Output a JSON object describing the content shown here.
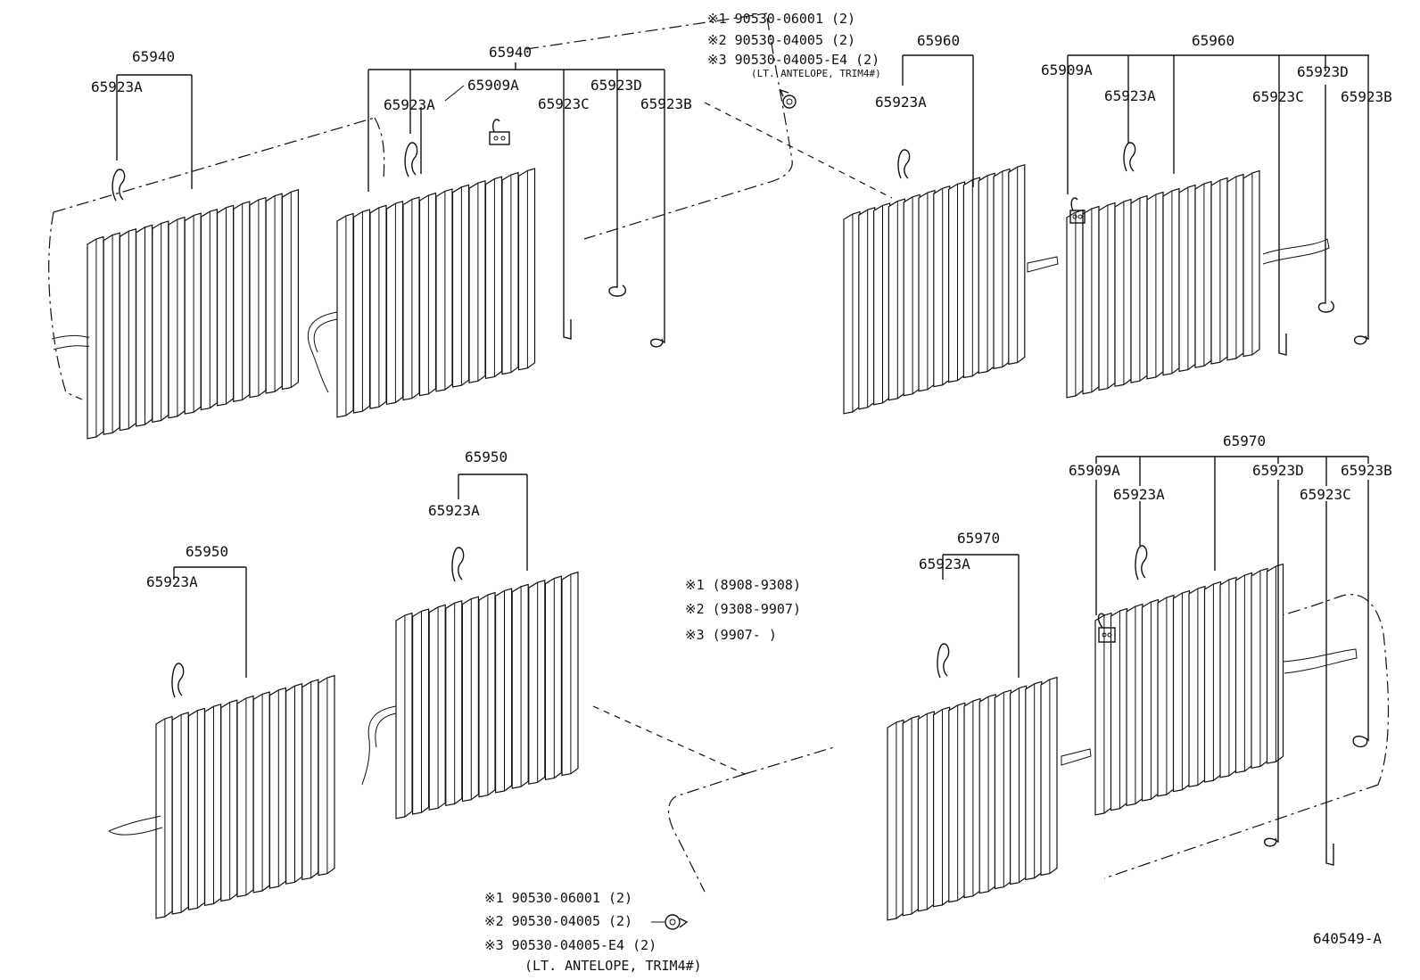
{
  "colors": {
    "ink": "#111111",
    "paper": "#ffffff"
  },
  "labels": {
    "a_65940": "65940",
    "a_65923A": "65923A",
    "b_65940": "65940",
    "b_65909A": "65909A",
    "b_65923A": "65923A",
    "b_65923C": "65923C",
    "b_65923D": "65923D",
    "b_65923B": "65923B",
    "c_65960": "65960",
    "c_65923A": "65923A",
    "d_65960": "65960",
    "d_65909A": "65909A",
    "d_65923A": "65923A",
    "d_65923D": "65923D",
    "d_65923C": "65923C",
    "d_65923B": "65923B",
    "e_65950": "65950",
    "e_65923A": "65923A",
    "f_65950": "65950",
    "f_65923A": "65923A",
    "g_65970": "65970",
    "g_65923A": "65923A",
    "h_65970": "65970",
    "h_65909A": "65909A",
    "h_65923A": "65923A",
    "h_65923D": "65923D",
    "h_65923B": "65923B",
    "h_65923C": "65923C"
  },
  "fasteners_top": {
    "line1": "※1 90530-06001 (2)",
    "line2": "※2 90530-04005 (2)",
    "line3": "※3 90530-04005-E4 (2)",
    "line4": "(LT. ANTELOPE, TRIM4#)"
  },
  "legend": {
    "row1": "※1  (8908-9308)",
    "row2": "※2  (9308-9907)",
    "row3": "※3  (9907-      )"
  },
  "fasteners_bottom": {
    "line1": "※1  90530-06001 (2)",
    "line2": "※2  90530-04005 (2)",
    "line3": "※3  90530-04005-E4 (2)",
    "line4": "(LT. ANTELOPE, TRIM4#)"
  },
  "drawing_number": "640549-A",
  "icons": [
    "hook-icon",
    "clip-icon",
    "bracket-icon",
    "clip-fastener-icon"
  ]
}
